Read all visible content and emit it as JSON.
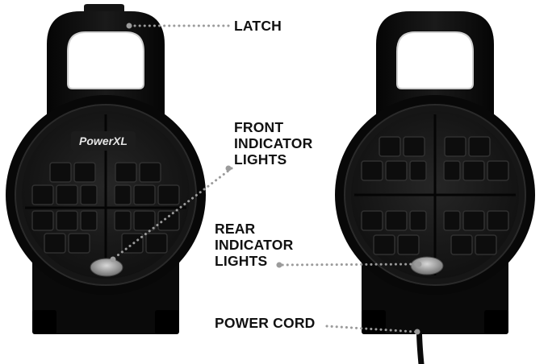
{
  "labels": {
    "latch": "LATCH",
    "front_indicator": "FRONT\nINDICATOR\nLIGHTS",
    "rear_indicator": "REAR\nINDICATOR\nLIGHTS",
    "power_cord": "POWER CORD"
  },
  "brand": "PowerXL",
  "colors": {
    "body": "#0c0c0c",
    "plate": "#1b1b1b",
    "grid": "#2e2e2e",
    "handle_hole": "#ffffff",
    "handle_rim": "#cfcfcf",
    "light": "#9a9a9a",
    "leader": "#9b9b9b",
    "text": "#111111"
  }
}
